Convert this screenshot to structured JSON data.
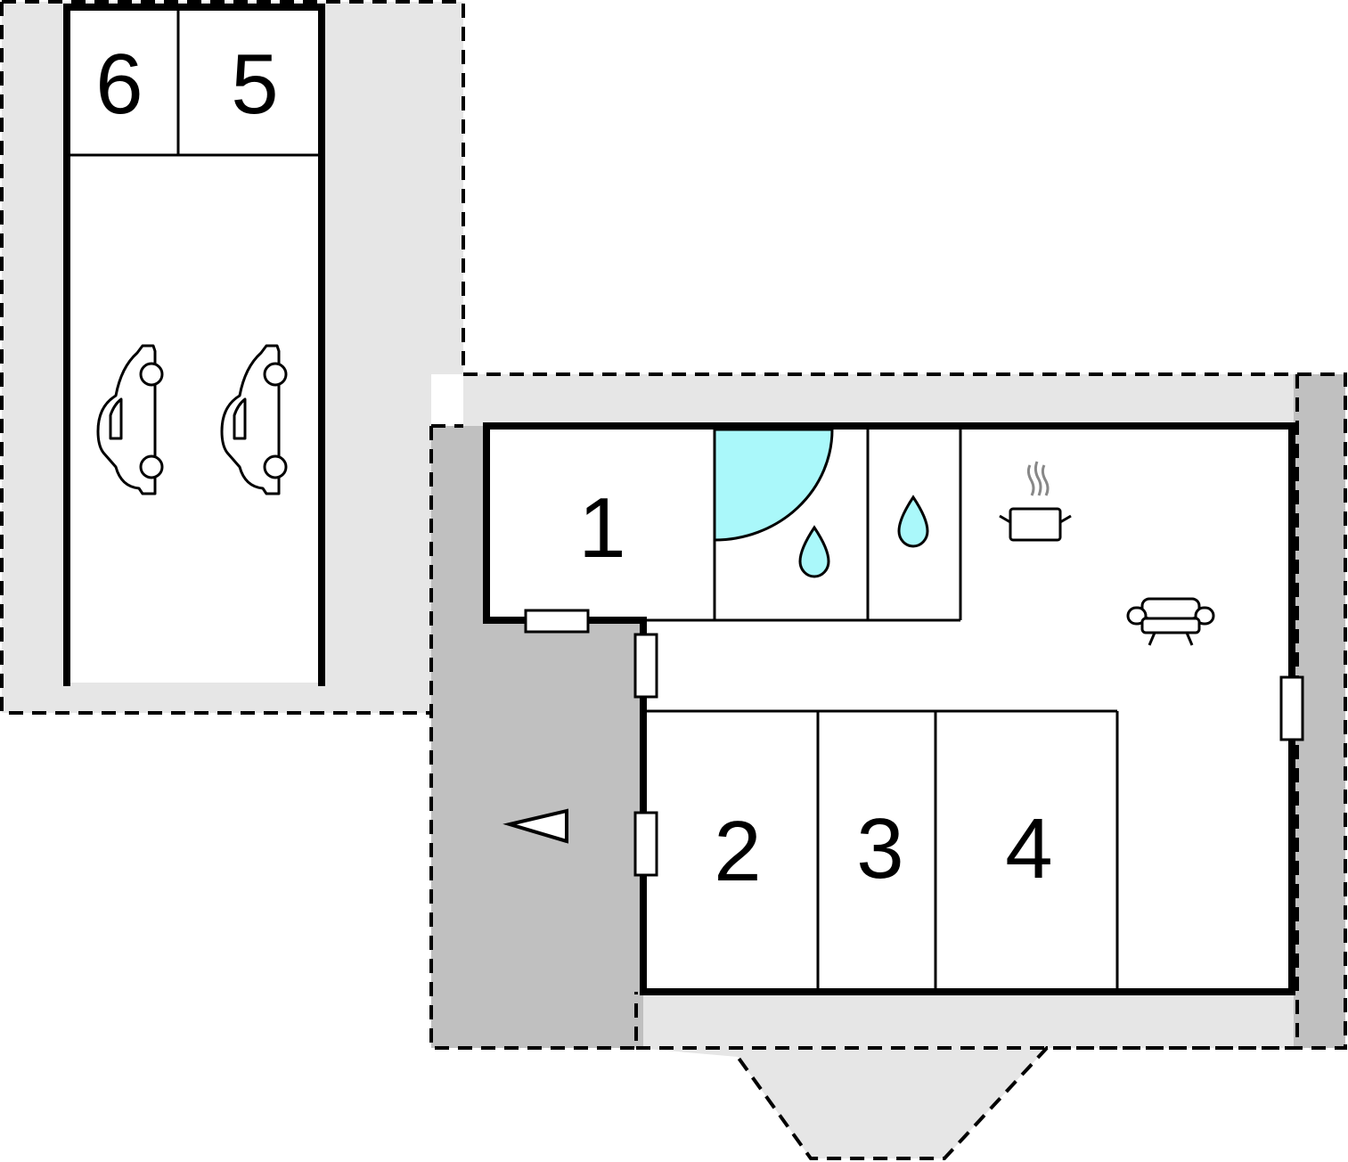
{
  "rooms": [
    {
      "id": "1",
      "label": "1"
    },
    {
      "id": "2",
      "label": "2"
    },
    {
      "id": "3",
      "label": "3"
    },
    {
      "id": "4",
      "label": "4"
    },
    {
      "id": "5",
      "label": "5"
    },
    {
      "id": "6",
      "label": "6"
    }
  ],
  "colors": {
    "terrace": "#e6e6e6",
    "covered_terrace": "#c0c0c0",
    "water": "#aaf8fa",
    "walls": "#000000",
    "background": "#ffffff"
  },
  "icons": [
    "car-icon",
    "car-icon",
    "shower-icon",
    "water-drop-icon",
    "water-drop-icon",
    "cooking-pot-icon",
    "sofa-icon",
    "entrance-arrow-icon"
  ]
}
